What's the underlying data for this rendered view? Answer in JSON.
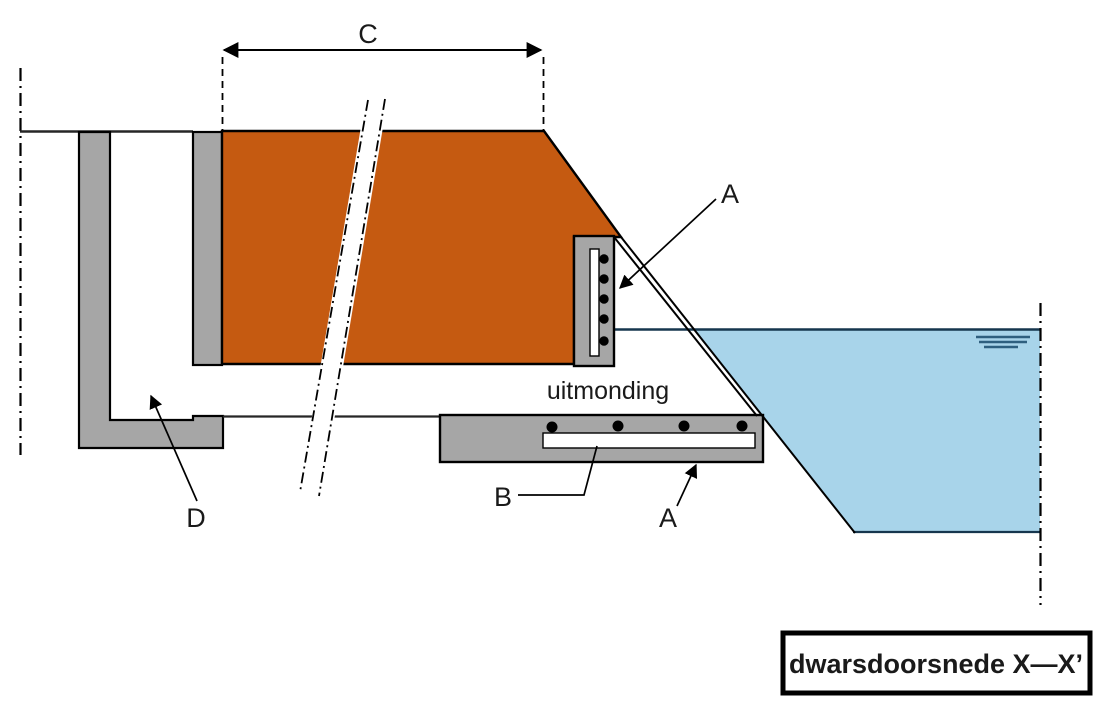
{
  "diagram": {
    "caption": "dwarsdoorsnede X—X’",
    "outlet_label": "uitmonding",
    "labels": {
      "a_upper": "A",
      "a_lower": "A",
      "b": "B",
      "c": "C",
      "d": "D"
    },
    "colors": {
      "embankment": "#C55A11",
      "structure_gray": "#A6A6A6",
      "water_fill": "#A8D4EA",
      "water_line": "#16364E",
      "water_symbol": "#2E5F7F",
      "outline": "#000000"
    }
  }
}
